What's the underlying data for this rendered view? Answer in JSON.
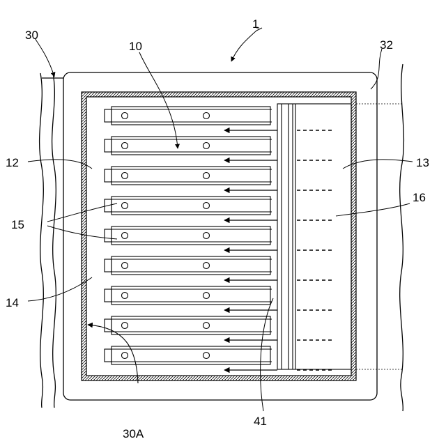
{
  "labels": {
    "device": "1",
    "outer_frame": "30",
    "frame_edge": "32",
    "drawer_group": "10",
    "left_wall": "12",
    "right_wall": "13",
    "interior": "14",
    "slot_tabs": "15",
    "side_space": "16",
    "flow": "30A",
    "bus_plate": "41"
  },
  "drawer_count": 9
}
